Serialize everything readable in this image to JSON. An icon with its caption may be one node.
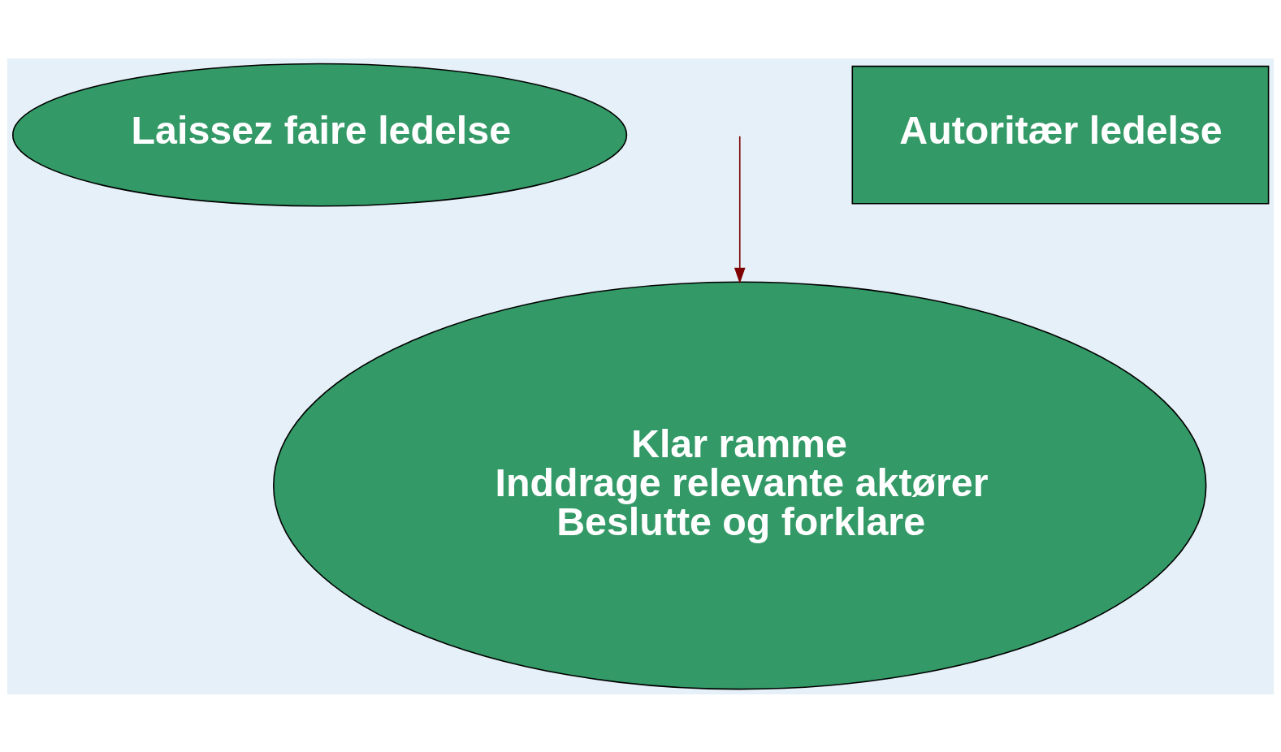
{
  "diagram": {
    "nodes": [
      {
        "text": [
          "Laissez faire ledelse"
        ]
      },
      {
        "text": [
          "Autoritær ledelse"
        ]
      },
      {
        "text": [
          "Klar ramme",
          "Inddrage relevante aktører",
          "Beslutte og forklare"
        ]
      }
    ],
    "edges": [
      {
        "from": null,
        "to": 2,
        "arrow": "to",
        "color": "#7f0000"
      }
    ]
  }
}
